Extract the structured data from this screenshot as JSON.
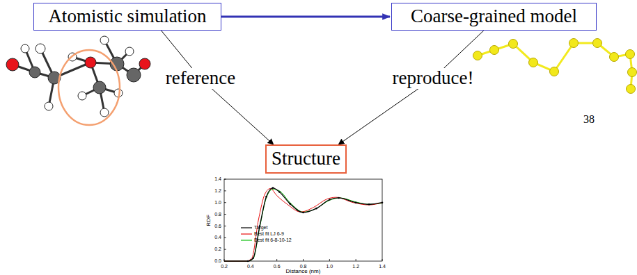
{
  "diagram": {
    "nodes": [
      {
        "text": [
          "Atomistic simulation"
        ]
      },
      {
        "text": [
          "Coarse-grained model"
        ]
      },
      {
        "text": [
          "Structure"
        ]
      }
    ],
    "edges": [
      {
        "from": 0,
        "to": 1,
        "arrow": "to"
      },
      {
        "from": 0,
        "to": 2,
        "label": "reference",
        "arrow": "to"
      },
      {
        "from": 1,
        "to": 2,
        "label": "reproduce!",
        "arrow": "to"
      }
    ],
    "labels": [
      "38",
      "RDF",
      "Distance (nm)",
      "0.0",
      "0.2",
      "0.4",
      "0.6",
      "0.8",
      "1.0",
      "1.2",
      "1.4",
      "0.2",
      "0.4",
      "0.6",
      "0.8",
      "1.0",
      "1.2",
      "1.4"
    ],
    "legend": [
      {
        "text": "Target"
      },
      {
        "text": "Best fit LJ 6-9"
      },
      {
        "text": "Best fit 6-8-10-12"
      }
    ]
  }
}
